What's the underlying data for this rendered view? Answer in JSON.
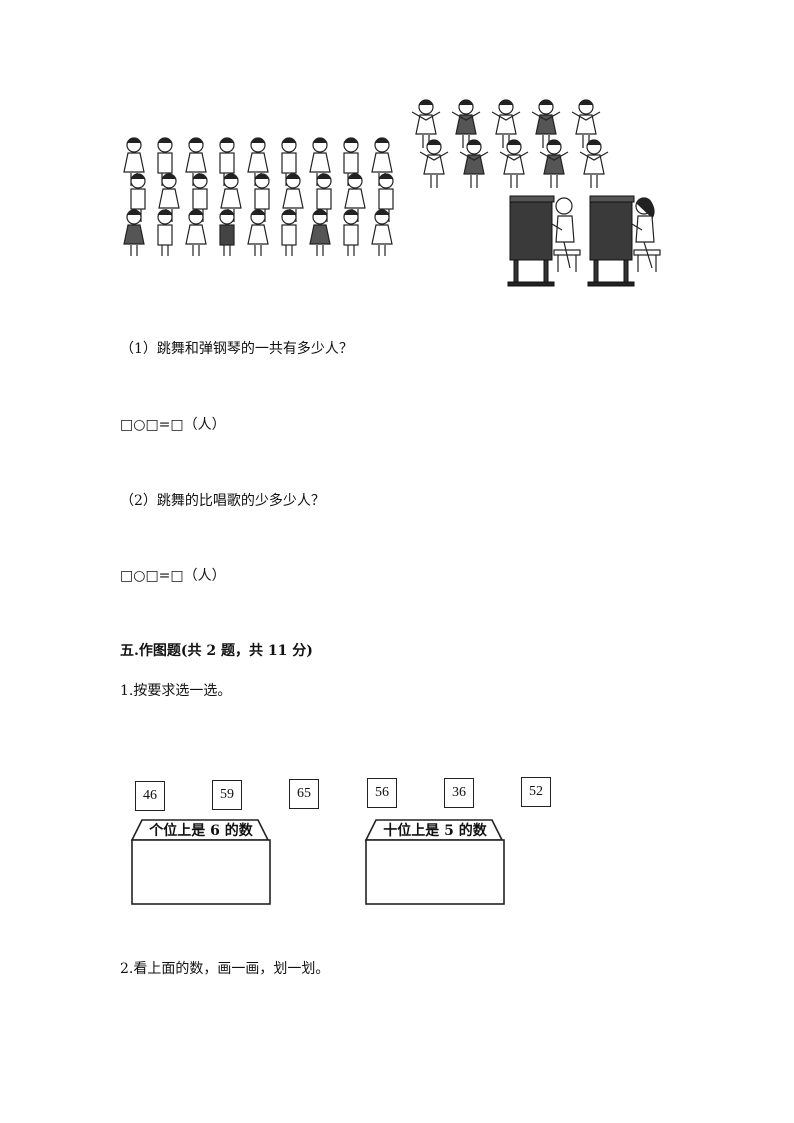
{
  "questions": {
    "q1": "（1）跳舞和弹钢琴的一共有多少人？",
    "q1_answer": "□○□=□（人）",
    "q2": "（2）跳舞的比唱歌的少多少人？",
    "q2_answer": "□○□=□（人）"
  },
  "section": {
    "title": "五.作图题(共 2 题，共 11 分)"
  },
  "task1": {
    "prompt": "1.按要求选一选。",
    "numbers": [
      "46",
      "59",
      "65",
      "56",
      "36",
      "52"
    ],
    "box_left_label": "个位上是 6 的数",
    "box_right_label": "十位上是 5 的数"
  },
  "task2": {
    "prompt": "2.看上面的数，画一画，划一划。"
  }
}
